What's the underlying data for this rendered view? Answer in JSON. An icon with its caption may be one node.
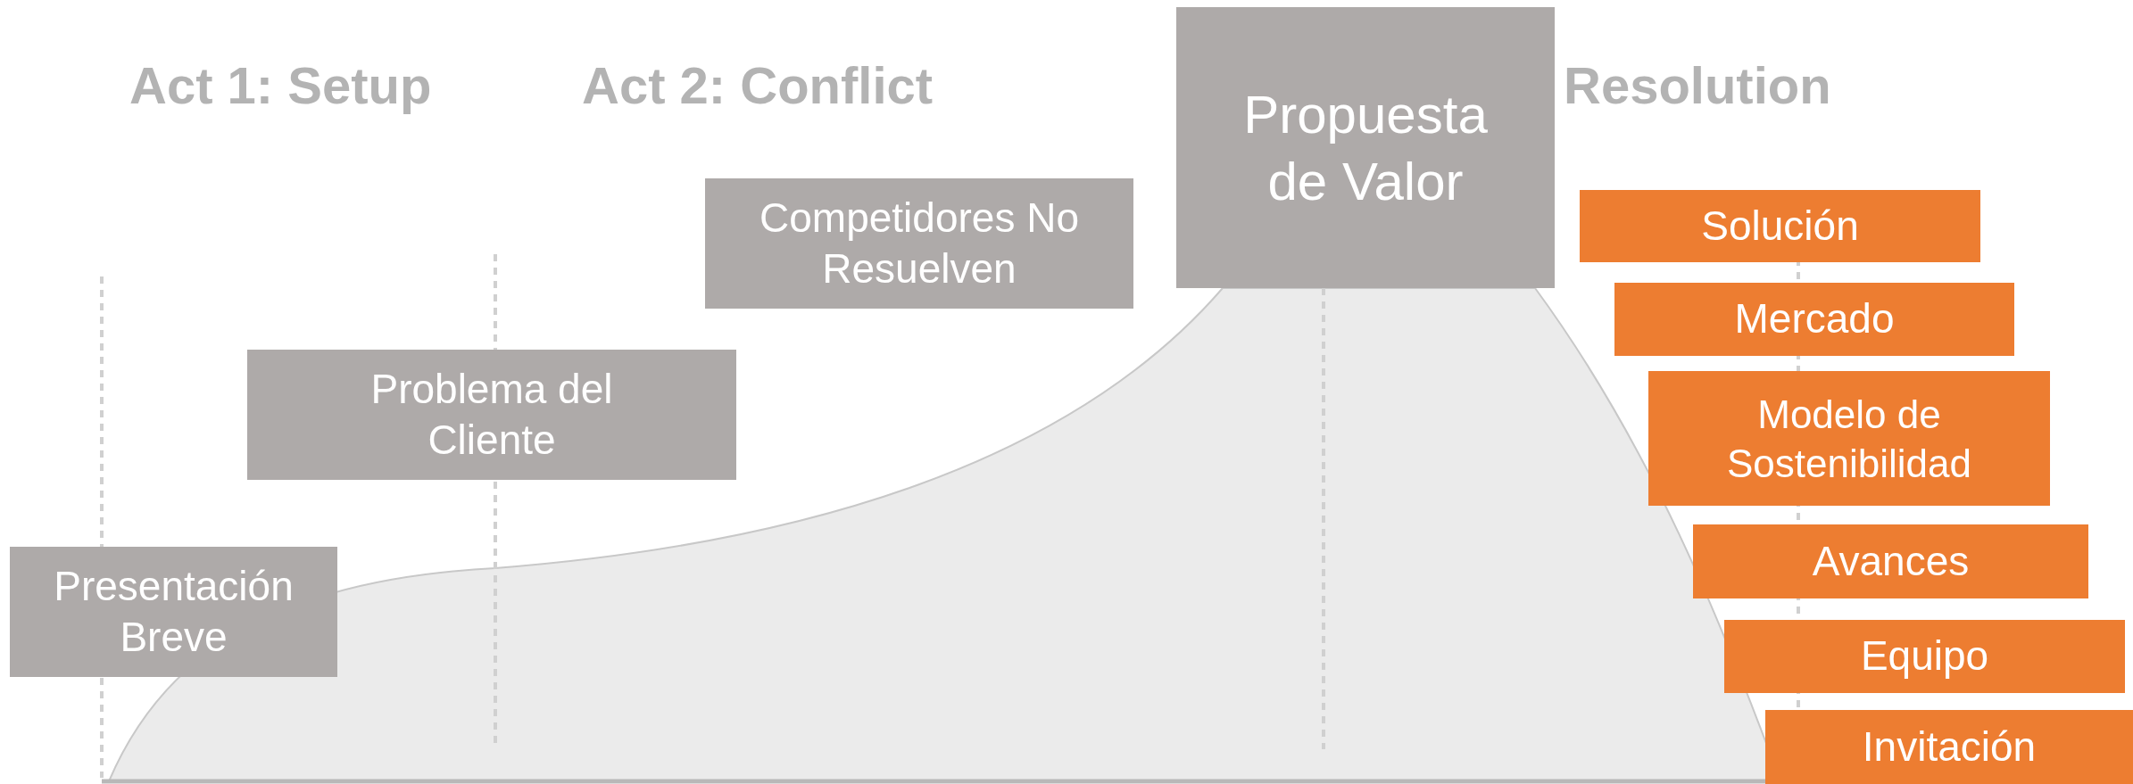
{
  "diagram": {
    "nodes": [
      {
        "text": [
          "Presentación Breve"
        ]
      },
      {
        "text": [
          "Problema del Cliente"
        ]
      },
      {
        "text": [
          "Competidores No Resuelven"
        ]
      },
      {
        "text": [
          "Propuesta de Valor"
        ]
      },
      {
        "text": [
          "Solución"
        ]
      },
      {
        "text": [
          "Mercado"
        ]
      },
      {
        "text": [
          "Modelo de Sostenibilidad"
        ]
      },
      {
        "text": [
          "Avances"
        ]
      },
      {
        "text": [
          "Equipo"
        ]
      },
      {
        "text": [
          "Invitación"
        ]
      }
    ],
    "labels": [
      "Act 1: Setup",
      "Act 2: Conflict",
      "Resolution"
    ]
  }
}
